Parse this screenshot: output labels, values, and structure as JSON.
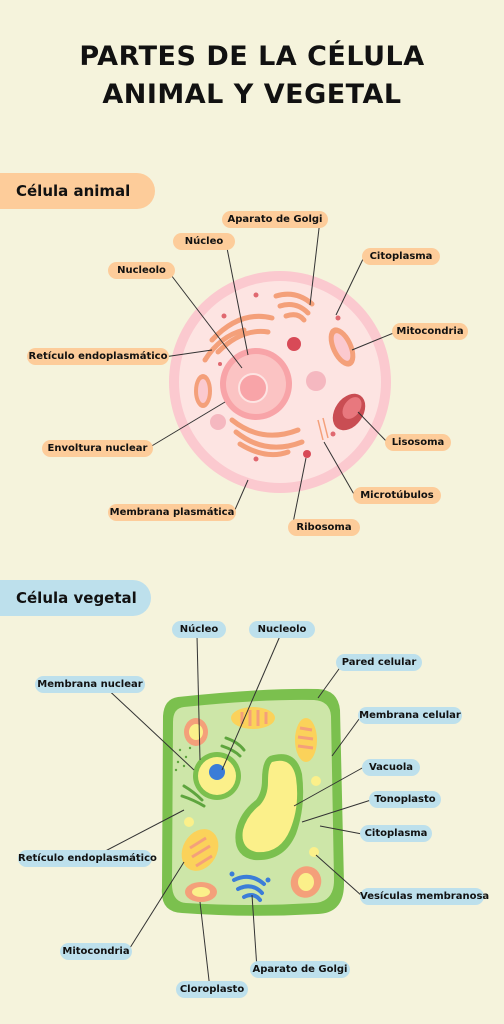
{
  "title": {
    "line1": "PARTES DE LA CÉLULA",
    "line2": "ANIMAL Y VEGETAL"
  },
  "animal": {
    "heading": "Célula animal",
    "labels": {
      "golgi": "Aparato de Golgi",
      "nucleo": "Núcleo",
      "citoplasma": "Citoplasma",
      "nucleolo": "Nucleolo",
      "mitocondria": "Mitocondria",
      "reticulo": "Retículo endoplasmático",
      "lisosoma": "Lisosoma",
      "envoltura": "Envoltura nuclear",
      "microtubulos": "Microtúbulos",
      "membrana": "Membrana plasmática",
      "ribosoma": "Ribosoma"
    }
  },
  "vegetal": {
    "heading": "Célula vegetal",
    "labels": {
      "nucleo": "Núcleo",
      "nucleolo": "Nucleolo",
      "pared": "Pared celular",
      "membrana_nuclear": "Membrana nuclear",
      "membrana_celular": "Membrana celular",
      "vacuola": "Vacuola",
      "tonoplasto": "Tonoplasto",
      "citoplasma": "Citoplasma",
      "reticulo": "Retículo endoplasmático",
      "vesiculas": "Vesículas membranosa",
      "mitocondria": "Mitocondria",
      "golgi": "Aparato de Golgi",
      "cloroplasto": "Cloroplasto"
    }
  },
  "colors": {
    "background": "#f5f3dc",
    "animal_accent": "#fdcc9a",
    "vegetal_accent": "#bde0ec"
  }
}
